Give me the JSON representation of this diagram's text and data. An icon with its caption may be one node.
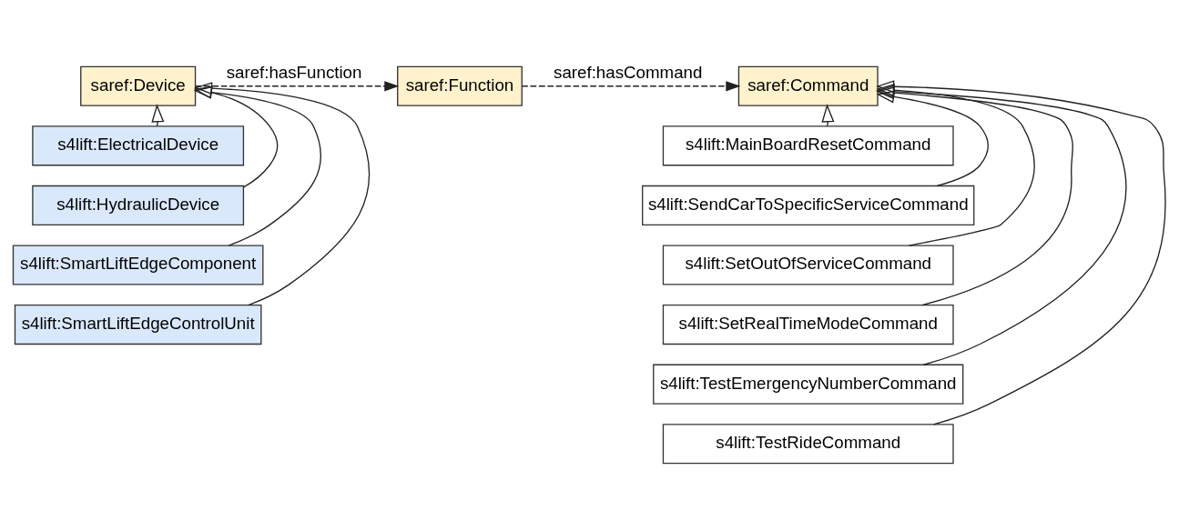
{
  "diagram": {
    "nodes": [
      {
        "text": [
          "saref:Device"
        ]
      },
      {
        "text": [
          "saref:Function"
        ]
      },
      {
        "text": [
          "saref:Command"
        ]
      },
      {
        "text": [
          "s4lift:ElectricalDevice"
        ]
      },
      {
        "text": [
          "s4lift:HydraulicDevice"
        ]
      },
      {
        "text": [
          "s4lift:SmartLiftEdgeComponent"
        ]
      },
      {
        "text": [
          "s4lift:SmartLiftEdgeControlUnit"
        ]
      },
      {
        "text": [
          "s4lift:MainBoardResetCommand"
        ]
      },
      {
        "text": [
          "s4lift:SendCarToSpecificServiceCommand"
        ]
      },
      {
        "text": [
          "s4lift:SetOutOfServiceCommand"
        ]
      },
      {
        "text": [
          "s4lift:SetRealTimeModeCommand"
        ]
      },
      {
        "text": [
          "s4lift:TestEmergencyNumberCommand"
        ]
      },
      {
        "text": [
          "s4lift:TestRideCommand"
        ]
      }
    ],
    "edges": [
      {
        "from": 0,
        "to": 1,
        "arrow": "to",
        "label": "saref:hasFunction",
        "style": "dashed"
      },
      {
        "from": 1,
        "to": 2,
        "arrow": "to",
        "label": "saref:hasCommand",
        "style": "dashed"
      },
      {
        "from": 3,
        "to": 0,
        "arrow": "to"
      },
      {
        "from": 4,
        "to": 0,
        "arrow": "to"
      },
      {
        "from": 5,
        "to": 0,
        "arrow": "to"
      },
      {
        "from": 6,
        "to": 0,
        "arrow": "to"
      },
      {
        "from": 7,
        "to": 2,
        "arrow": "to"
      },
      {
        "from": 8,
        "to": 2,
        "arrow": "to"
      },
      {
        "from": 9,
        "to": 2,
        "arrow": "to"
      },
      {
        "from": 10,
        "to": 2,
        "arrow": "to"
      },
      {
        "from": 11,
        "to": 2,
        "arrow": "to"
      },
      {
        "from": 12,
        "to": 2,
        "arrow": "to"
      }
    ]
  }
}
